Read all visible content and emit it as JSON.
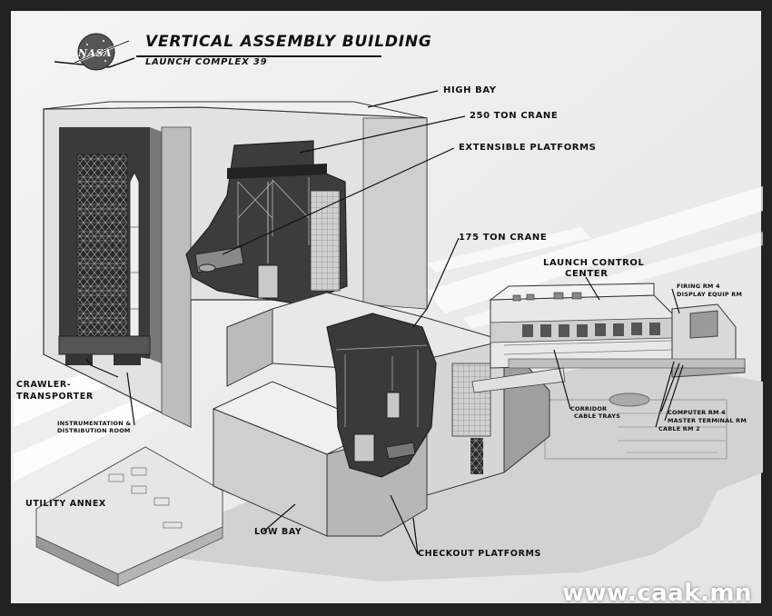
{
  "header": {
    "logo_text": "NASA",
    "title": "VERTICAL ASSEMBLY BUILDING",
    "subtitle": "LAUNCH COMPLEX 39"
  },
  "labels": {
    "high_bay": "HIGH BAY",
    "ton250_crane": "250 TON CRANE",
    "extensible_platforms": "EXTENSIBLE PLATFORMS",
    "ton175_crane": "175 TON CRANE",
    "launch_control_1": "LAUNCH CONTROL",
    "launch_control_2": "CENTER",
    "firing_rm": "FIRING RM 4",
    "display_equip_rm": "DISPLAY EQUIP RM",
    "crawler_1": "CRAWLER-",
    "crawler_2": "TRANSPORTER",
    "instrumentation_1": "INSTRUMENTATION &",
    "instrumentation_2": "DISTRIBUTION ROOM",
    "corridor": "CORRIDOR",
    "cable_trays": "CABLE TRAYS",
    "computer_rm": "COMPUTER RM 4",
    "master_terminal_rm": "MASTER TERMINAL RM",
    "cable_rm": "CABLE RM 2",
    "utility_annex": "UTILITY ANNEX",
    "low_bay": "LOW BAY",
    "checkout_platforms": "CHECKOUT PLATFORMS"
  },
  "watermark": "www.caak.mn",
  "colors": {
    "paper": "#f2f2f0",
    "ink": "#111111",
    "wall_light": "#dcdcdc",
    "wall_mid": "#bdbdbd",
    "wall_dark": "#8a8a8a",
    "interior": "#3c3c3c"
  }
}
